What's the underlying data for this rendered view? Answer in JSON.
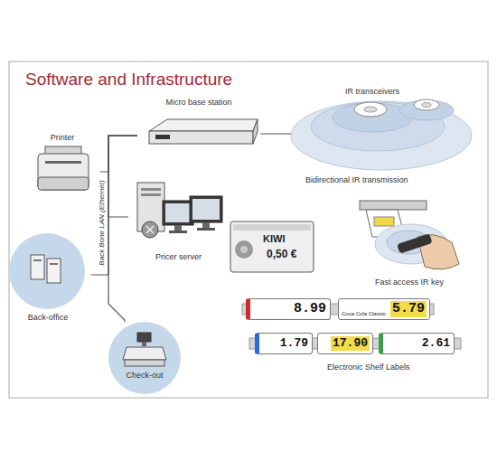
{
  "diagram": {
    "title": "Software and Infrastructure",
    "nodes": [
      {
        "text": [
          "Micro base station"
        ]
      },
      {
        "text": [
          "IR transceivers"
        ]
      },
      {
        "text": [
          "Printer"
        ]
      },
      {
        "text": [
          "Pricer server"
        ]
      },
      {
        "text": [
          "Back-office"
        ]
      },
      {
        "text": [
          "Check-out"
        ]
      },
      {
        "text": [
          "KIWI",
          "0,50 €"
        ]
      },
      {
        "text": [
          "Fast access IR key"
        ]
      },
      {
        "text": [
          "8.99"
        ]
      },
      {
        "text": [
          "5.79",
          "Coca Cola Classic"
        ]
      },
      {
        "text": [
          "1.79"
        ]
      },
      {
        "text": [
          "17.90"
        ]
      },
      {
        "text": [
          "2.61"
        ]
      }
    ],
    "edges": [
      {
        "from": 0,
        "to": 1,
        "arrow": "none"
      },
      {
        "from": 0,
        "to": 2,
        "arrow": "none"
      },
      {
        "from": 0,
        "to": 3,
        "arrow": "none"
      },
      {
        "from": 0,
        "to": 4,
        "arrow": "none"
      },
      {
        "from": 0,
        "to": 5,
        "arrow": "none"
      }
    ],
    "labels": [
      "Bidirectional IR transmission",
      "Back Bone LAN (Ethernet)",
      "Electronic Shelf Labels"
    ]
  }
}
